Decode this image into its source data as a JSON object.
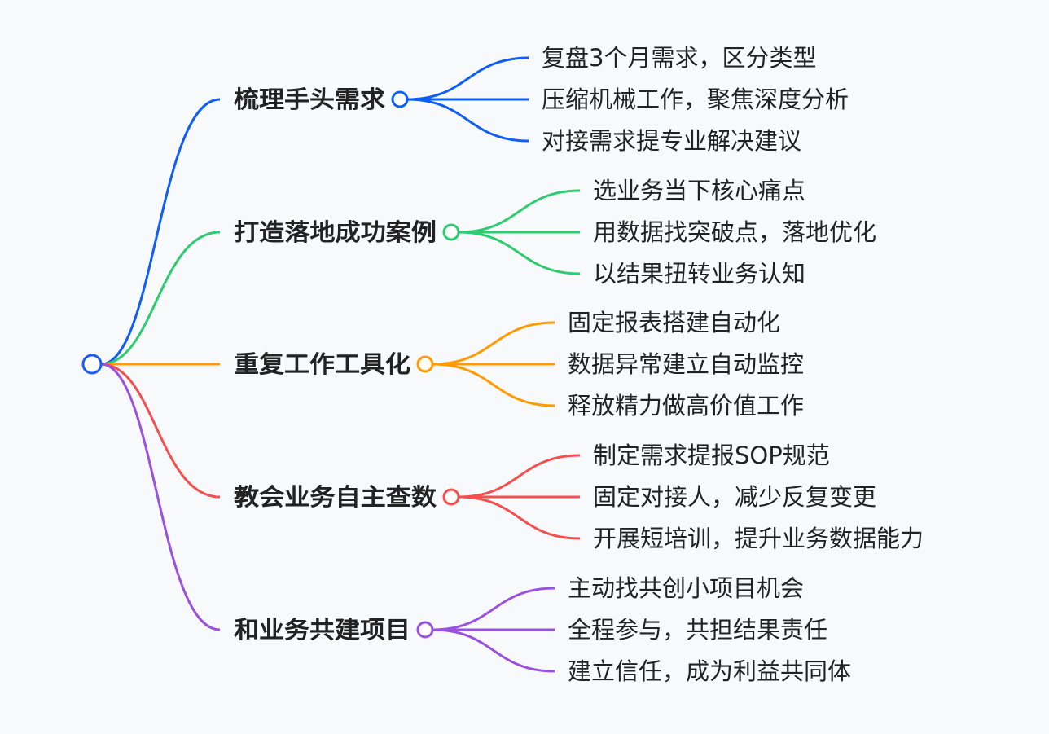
{
  "root": {
    "color": "#1a5cf5"
  },
  "branches": [
    {
      "label": "梳理手头需求",
      "color": "#0f5ef7",
      "leaves": [
        "复盘3个月需求，区分类型",
        "压缩机械工作，聚焦深度分析",
        "对接需求提专业解决建议"
      ]
    },
    {
      "label": "打造落地成功案例",
      "color": "#2ecc71",
      "leaves": [
        "选业务当下核心痛点",
        "用数据找突破点，落地优化",
        "以结果扭转业务认知"
      ]
    },
    {
      "label": "重复工作工具化",
      "color": "#ff9a00",
      "leaves": [
        "固定报表搭建自动化",
        "数据异常建立自动监控",
        "释放精力做高价值工作"
      ]
    },
    {
      "label": "教会业务自主查数",
      "color": "#f54f4f",
      "leaves": [
        "制定需求提报SOP规范",
        "固定对接人，减少反复变更",
        "开展短培训，提升业务数据能力"
      ]
    },
    {
      "label": "和业务共建项目",
      "color": "#9b51e0",
      "leaves": [
        "主动找共创小项目机会",
        "全程参与，共担结果责任",
        "建立信任，成为利益共同体"
      ]
    }
  ]
}
